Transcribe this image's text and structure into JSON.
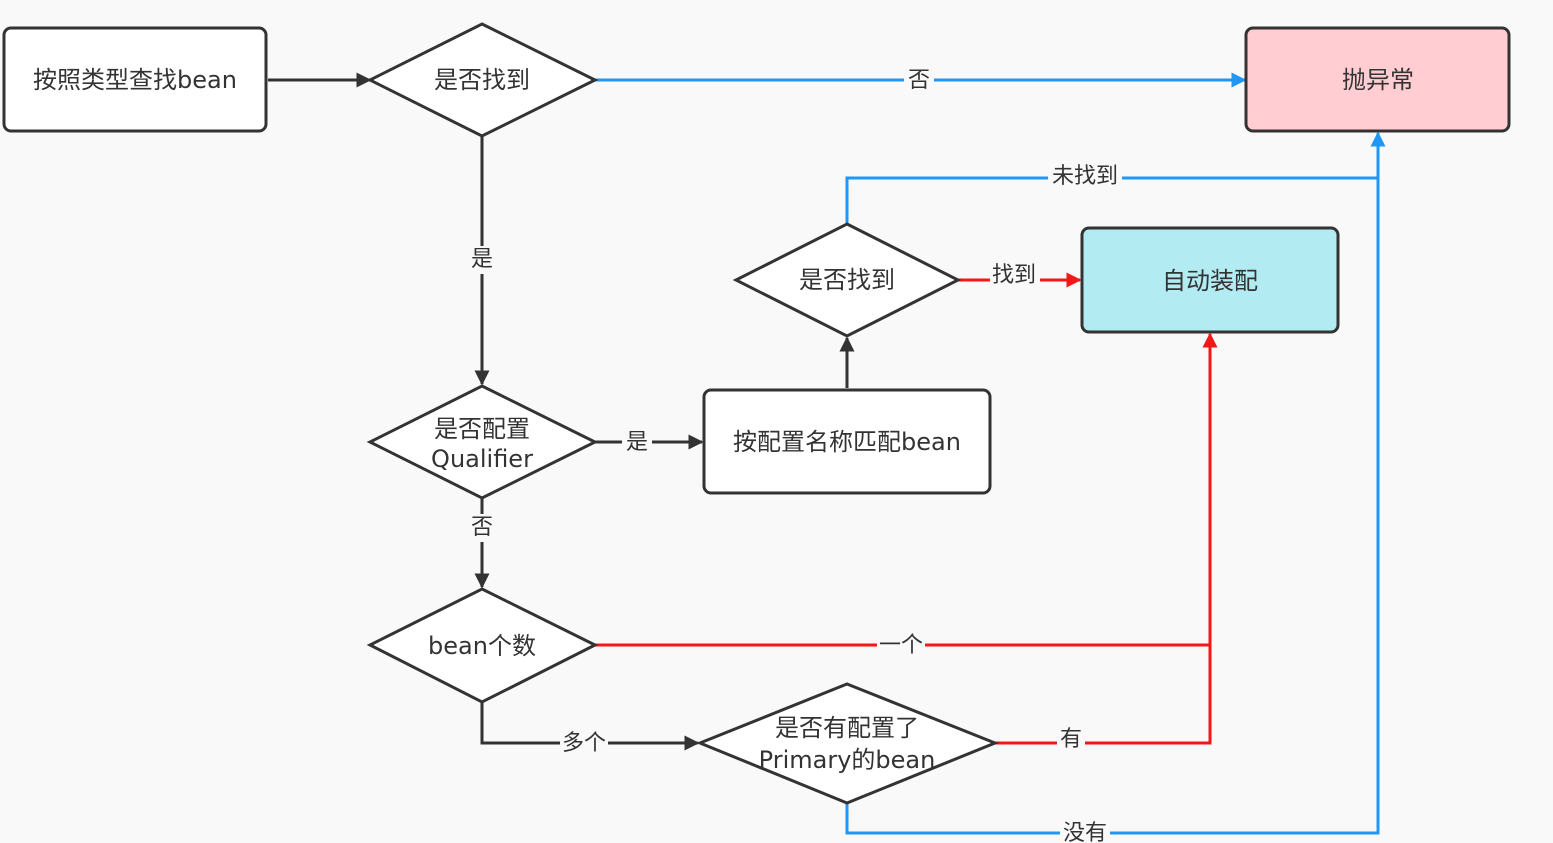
{
  "colors": {
    "background": "#f9f9f9",
    "stroke": "#333333",
    "text": "#333333",
    "node_fill": "#ffffff",
    "error_fill": "#ffcdd2",
    "success_fill": "#b2ebf2",
    "edge_dark": "#333333",
    "edge_blue": "#2196f3",
    "edge_red": "#f21818"
  },
  "nodes": {
    "find_by_type": "按照类型查找bean",
    "found_by_type": "是否找到",
    "qualifier_q": [
      "是否配置",
      "Qualifier"
    ],
    "match_by_name": "按配置名称匹配bean",
    "found_by_name": "是否找到",
    "bean_count": "bean个数",
    "primary_q": [
      "是否有配置了",
      "Primary的bean"
    ],
    "throw_exception": "抛异常",
    "autowire": "自动装配"
  },
  "edge_labels": {
    "type_not_found": "否",
    "type_found": "是",
    "qualifier_yes": "是",
    "qualifier_no": "否",
    "name_found": "找到",
    "name_not_found": "未找到",
    "count_one": "一个",
    "count_many": "多个",
    "primary_yes": "有",
    "primary_no": "没有"
  }
}
